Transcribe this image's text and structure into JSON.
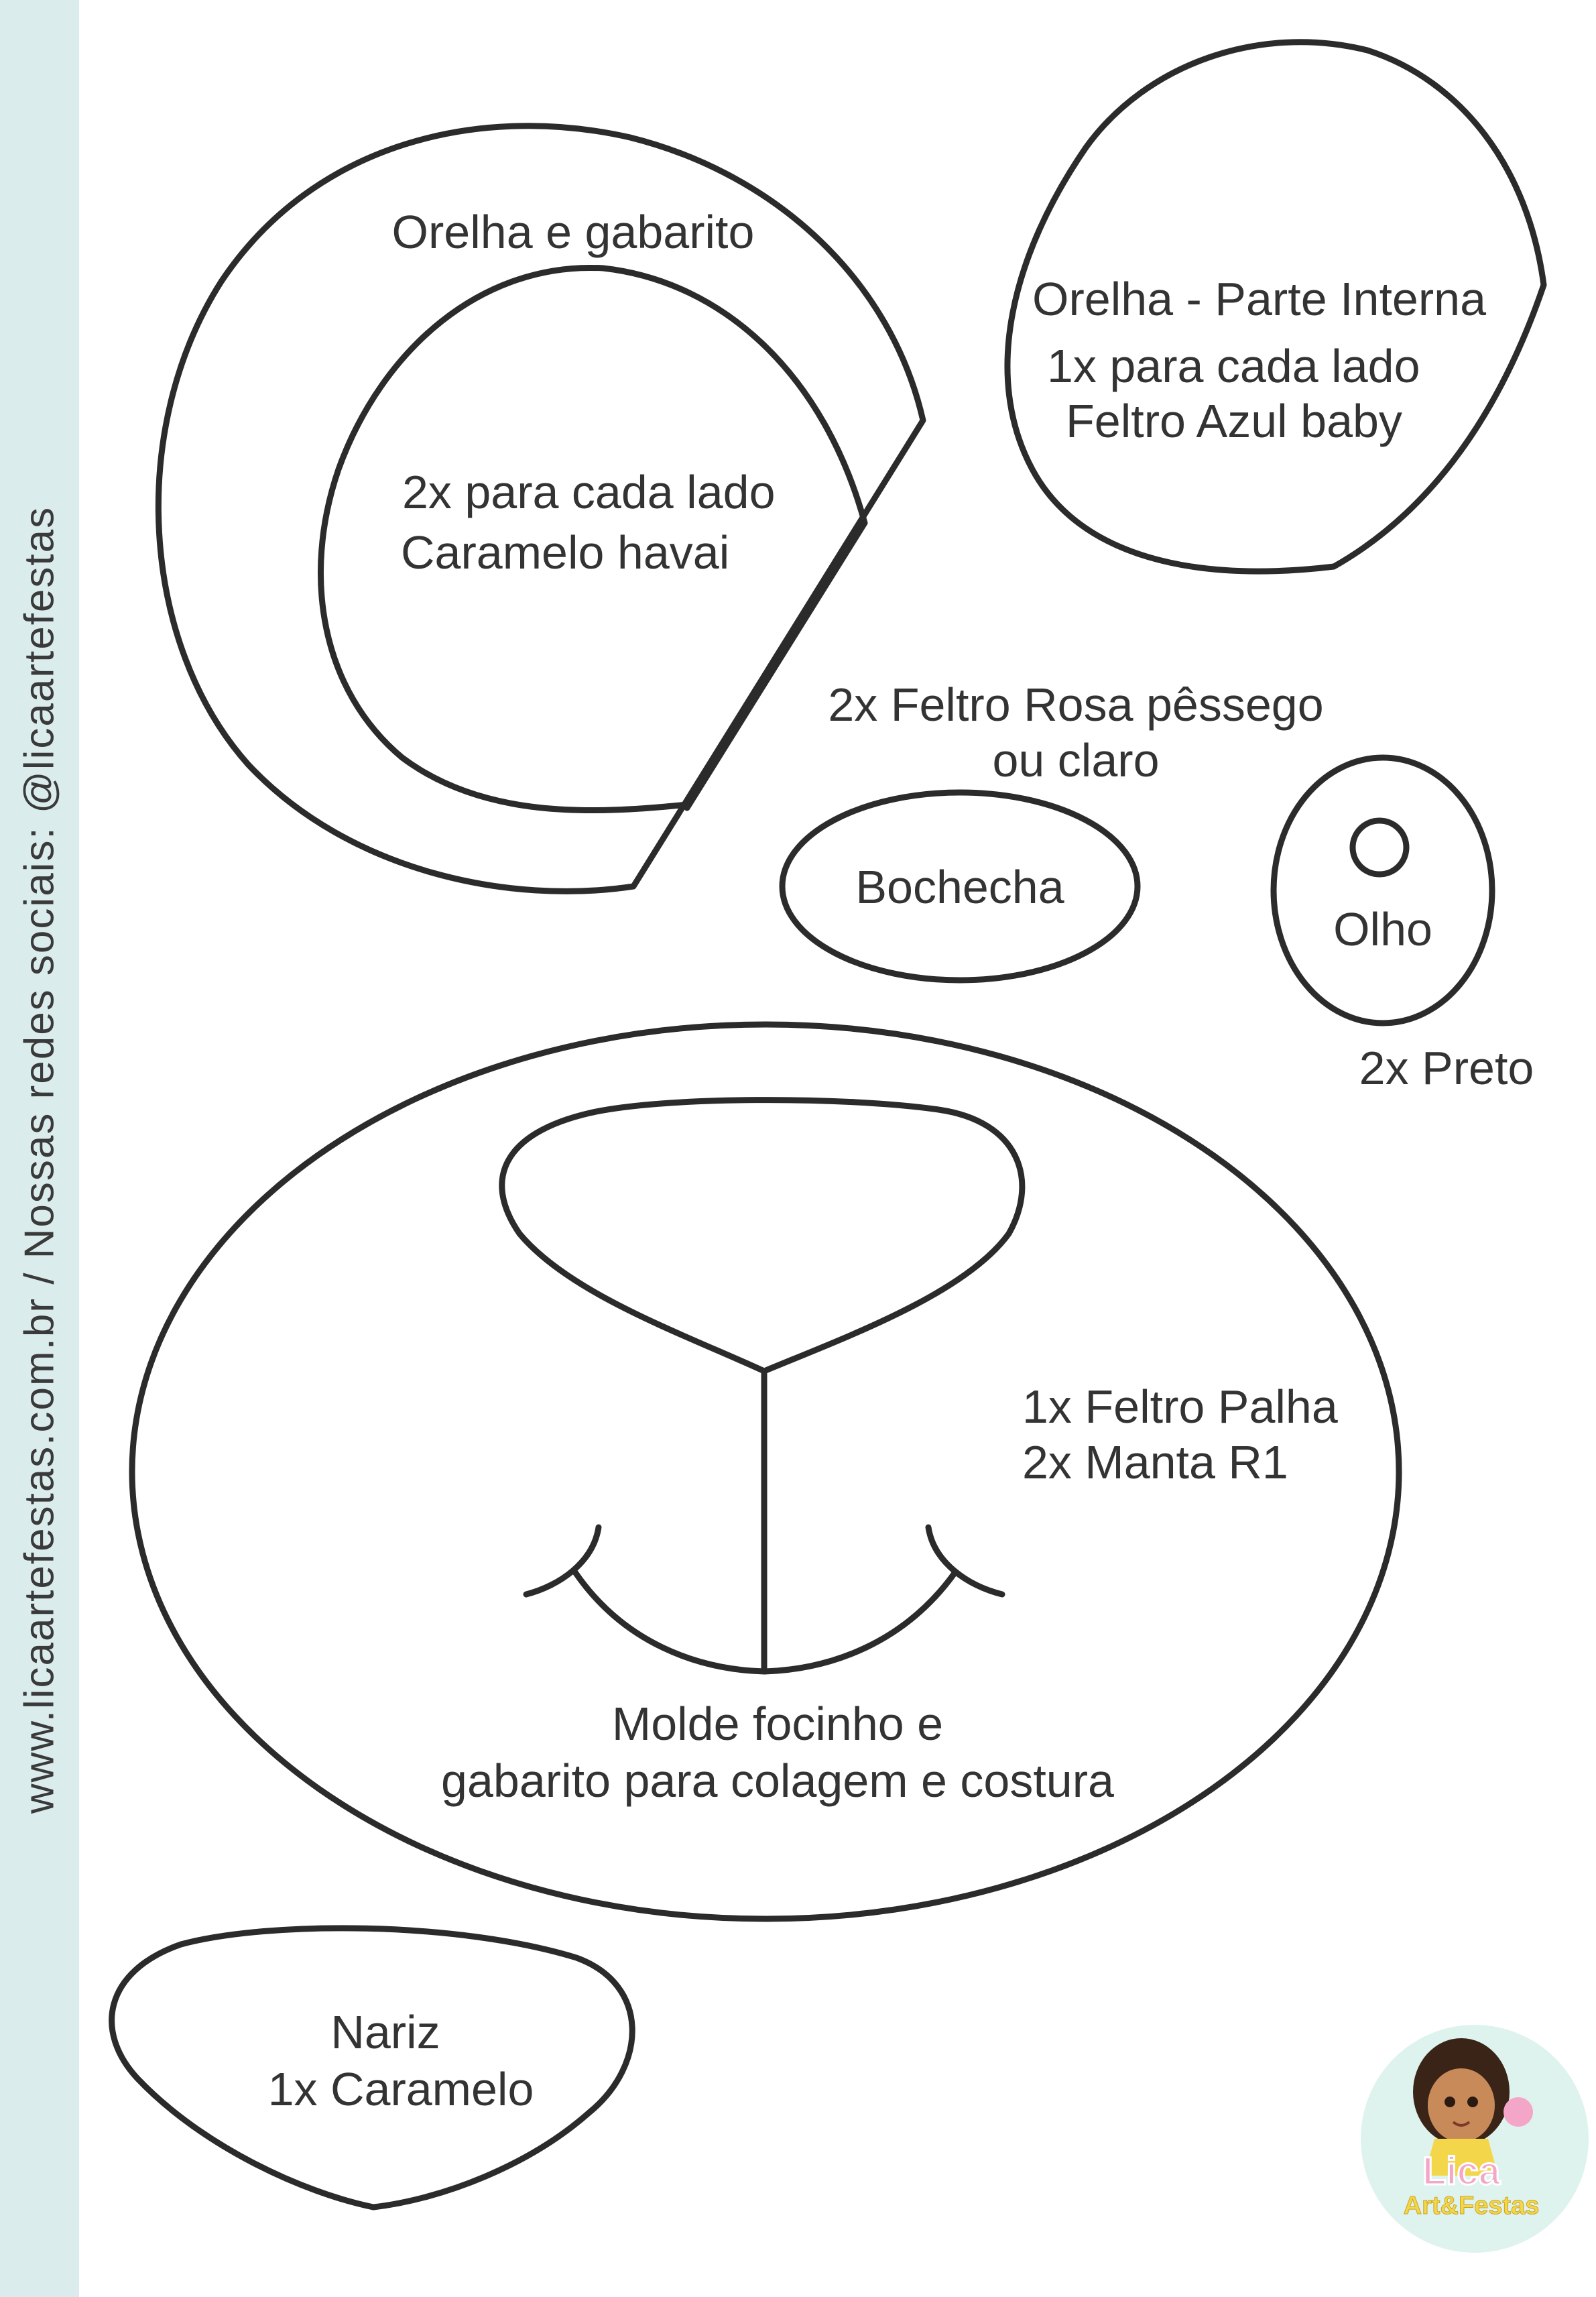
{
  "sidebar": {
    "text": "www.licaartefestas.com.br / Nossas redes sociais: @licaartefestas"
  },
  "pieces": {
    "ear_outer": {
      "label": "Orelha e gabarito"
    },
    "ear_inner": {
      "line1": "2x para cada lado",
      "line2": "Caramelo havai"
    },
    "ear_inner_part": {
      "title": "Orelha - Parte Interna",
      "line1": "1x para cada lado",
      "line2": "Feltro Azul baby"
    },
    "cheek": {
      "note_line1": "2x Feltro Rosa pêssego",
      "note_line2": "ou claro",
      "label": "Bochecha"
    },
    "eye": {
      "label": "Olho",
      "note": "2x Preto"
    },
    "snout": {
      "line1": "1x Feltro Palha",
      "line2": "2x Manta R1",
      "caption1": "Molde focinho e",
      "caption2": "gabarito para colagem e costura"
    },
    "nose": {
      "line1": "Nariz",
      "line2": "1x Caramelo"
    }
  },
  "logo": {
    "name": "Lica",
    "tagline": "Art&Festas"
  },
  "colors": {
    "sidebar_bg": "#dbecec",
    "stroke": "#2b2b2b",
    "text": "#333333",
    "logo_pink": "#f4a6c8",
    "logo_yellow": "#f3d64a",
    "logo_bg": "#dff3ee"
  }
}
